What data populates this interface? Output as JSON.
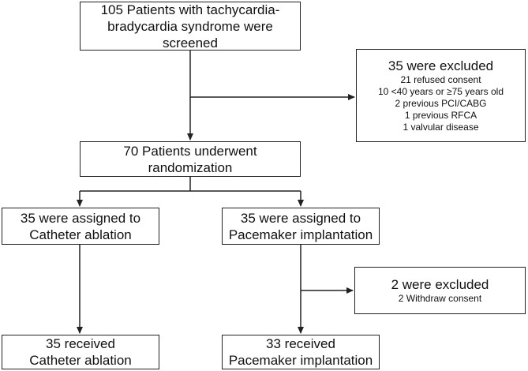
{
  "screened": {
    "lines": [
      "105 Patients with tachycardia-",
      "bradycardia syndrome were",
      "screened"
    ]
  },
  "excluded_1": {
    "title": "35 were excluded",
    "reasons": [
      "21 refused consent",
      "10 <40 years or ≥75 years old",
      "2 previous PCI/CABG",
      "1 previous RFCA",
      "1 valvular disease"
    ]
  },
  "randomization": {
    "lines": [
      "70 Patients underwent",
      "randomization"
    ]
  },
  "arm_ablation": {
    "lines": [
      "35 were assigned to",
      "Catheter ablation"
    ]
  },
  "arm_pacemaker": {
    "lines": [
      "35 were assigned to",
      "Pacemaker implantation"
    ]
  },
  "excluded_2": {
    "title": "2 were excluded",
    "reasons": [
      "2 Withdraw consent"
    ]
  },
  "received_ablation": {
    "lines": [
      "35 received",
      "Catheter ablation"
    ]
  },
  "received_pacemaker": {
    "lines": [
      "33 received",
      "Pacemaker implantation"
    ]
  },
  "colors": {
    "line": "#222222",
    "text": "#111111",
    "background": "#ffffff"
  }
}
